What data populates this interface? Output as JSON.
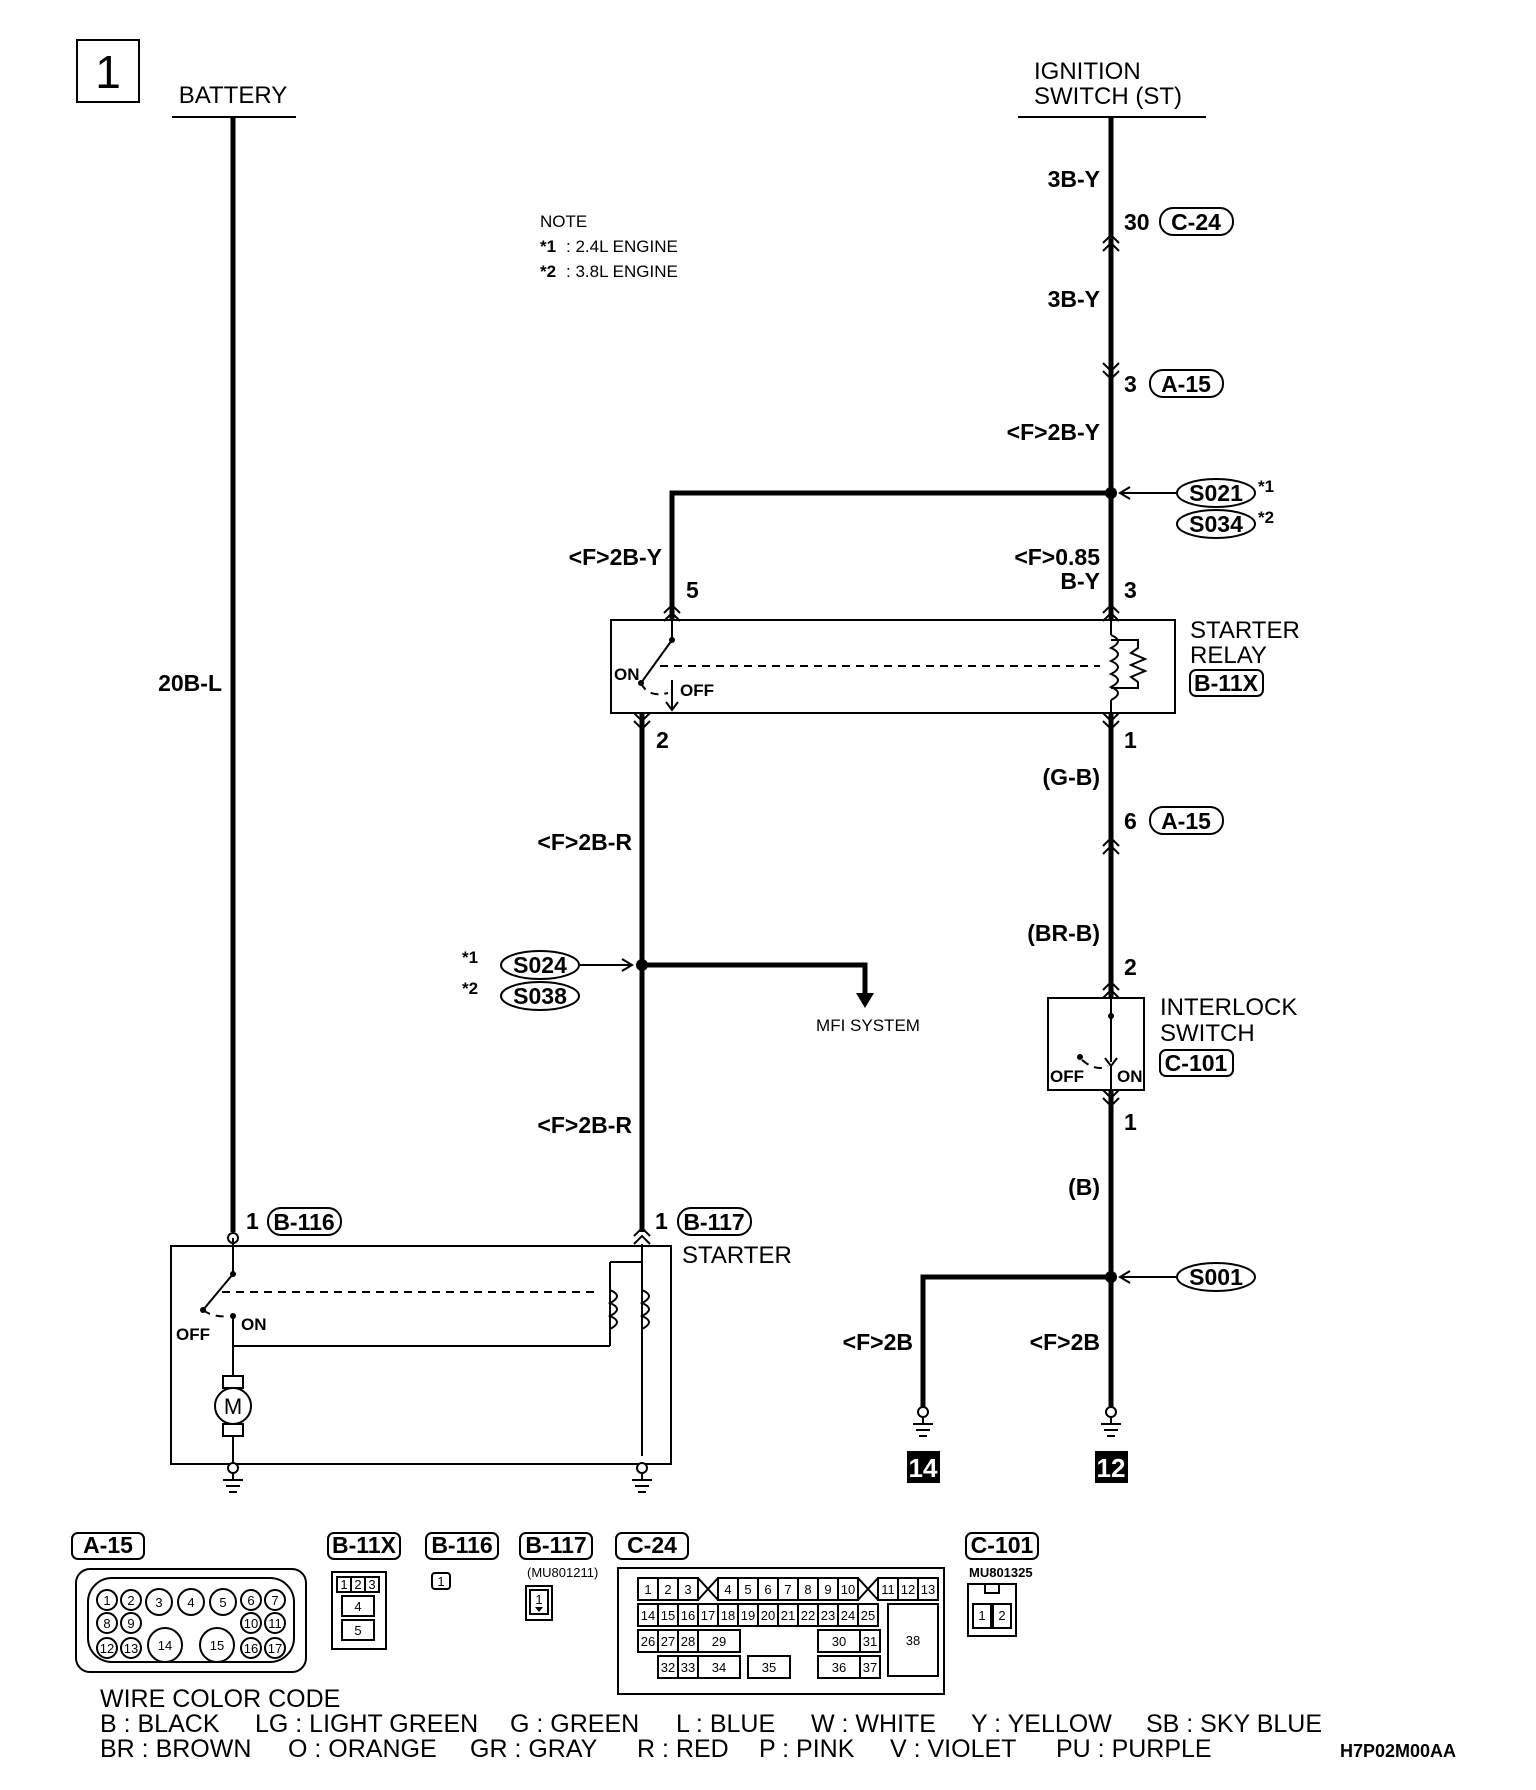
{
  "page_number": "1",
  "battery_label": "BATTERY",
  "ignition_label_line1": "IGNITION",
  "ignition_label_line2": "SWITCH (ST)",
  "note": {
    "title": "NOTE",
    "line1_mark": "*1",
    "line1_text": ": 2.4L ENGINE",
    "line2_mark": "*2",
    "line2_text": ": 3.8L ENGINE"
  },
  "wires": {
    "battery_feed": "20B-L",
    "ign_upper": "3B-Y",
    "ign_mid": "3B-Y",
    "ign_lower": "<F>2B-Y",
    "relay_5_feed": "<F>2B-Y",
    "relay_3_feed_line1": "<F>0.85",
    "relay_3_feed_line2": "B-Y",
    "relay_to_inhibit": "(G-B)",
    "inhibit_upper": "(BR-B)",
    "inhibit_lower": "(B)",
    "relay_out_upper": "<F>2B-R",
    "relay_out_lower": "<F>2B-R",
    "ground_left": "<F>2B",
    "ground_right": "<F>2B"
  },
  "pins": {
    "c24_pin": "30",
    "c24_id": "C-24",
    "a15_pin_top": "3",
    "a15_id_top": "A-15",
    "relay_pin5": "5",
    "relay_pin3": "3",
    "relay_pin2": "2",
    "relay_pin1": "1",
    "a15_pin_bottom": "6",
    "a15_id_bottom": "A-15",
    "inhibit_pin2": "2",
    "inhibit_pin1": "1",
    "b116_pin": "1",
    "b116_id": "B-116",
    "b117_pin": "1",
    "b117_id": "B-117"
  },
  "splices": {
    "s021": "S021",
    "s034": "S034",
    "s024": "S024",
    "s038": "S038",
    "s001": "S001",
    "mark1": "*1",
    "mark2": "*2"
  },
  "components": {
    "starter_relay_line1": "STARTER",
    "starter_relay_line2": "RELAY",
    "starter_relay_id": "B-11X",
    "relay_on": "ON",
    "relay_off": "OFF",
    "interlock_line1": "INTERLOCK",
    "interlock_line2": "SWITCH",
    "interlock_id": "C-101",
    "interlock_off": "OFF",
    "interlock_on": "ON",
    "starter_label": "STARTER",
    "starter_off": "OFF",
    "starter_on": "ON",
    "motor_symbol": "M",
    "mfi_label": "MFI SYSTEM"
  },
  "ground_refs": {
    "left": "14",
    "right": "12"
  },
  "connectors": {
    "a15_label": "A-15",
    "a15_pins": [
      "1",
      "2",
      "3",
      "4",
      "5",
      "6",
      "7",
      "8",
      "9",
      "10",
      "11",
      "12",
      "13",
      "14",
      "15",
      "16",
      "17"
    ],
    "b11x_label": "B-11X",
    "b11x_pins": [
      "1",
      "2",
      "3",
      "4",
      "5"
    ],
    "b116_label": "B-116",
    "b116_pins": [
      "1"
    ],
    "b117_label": "B-117",
    "b117_part": "(MU801211)",
    "b117_pins": [
      "1"
    ],
    "c24_label": "C-24",
    "c24_pins": [
      "1",
      "2",
      "3",
      "4",
      "5",
      "6",
      "7",
      "8",
      "9",
      "10",
      "11",
      "12",
      "13",
      "14",
      "15",
      "16",
      "17",
      "18",
      "19",
      "20",
      "21",
      "22",
      "23",
      "24",
      "25",
      "26",
      "27",
      "28",
      "29",
      "30",
      "31",
      "32",
      "33",
      "34",
      "35",
      "36",
      "37",
      "38"
    ],
    "c101_label": "C-101",
    "c101_part": "MU801325",
    "c101_pins": [
      "1",
      "2"
    ]
  },
  "wire_color_code": {
    "title": "WIRE COLOR CODE",
    "row1": [
      "B : BLACK",
      "LG : LIGHT GREEN",
      "G : GREEN",
      "L : BLUE",
      "W : WHITE",
      "Y : YELLOW",
      "SB : SKY BLUE"
    ],
    "row2": [
      "BR : BROWN",
      "O : ORANGE",
      "GR : GRAY",
      "R : RED",
      "P : PINK",
      "V : VIOLET",
      "PU : PURPLE"
    ]
  },
  "figure_code": "H7P02M00AA"
}
